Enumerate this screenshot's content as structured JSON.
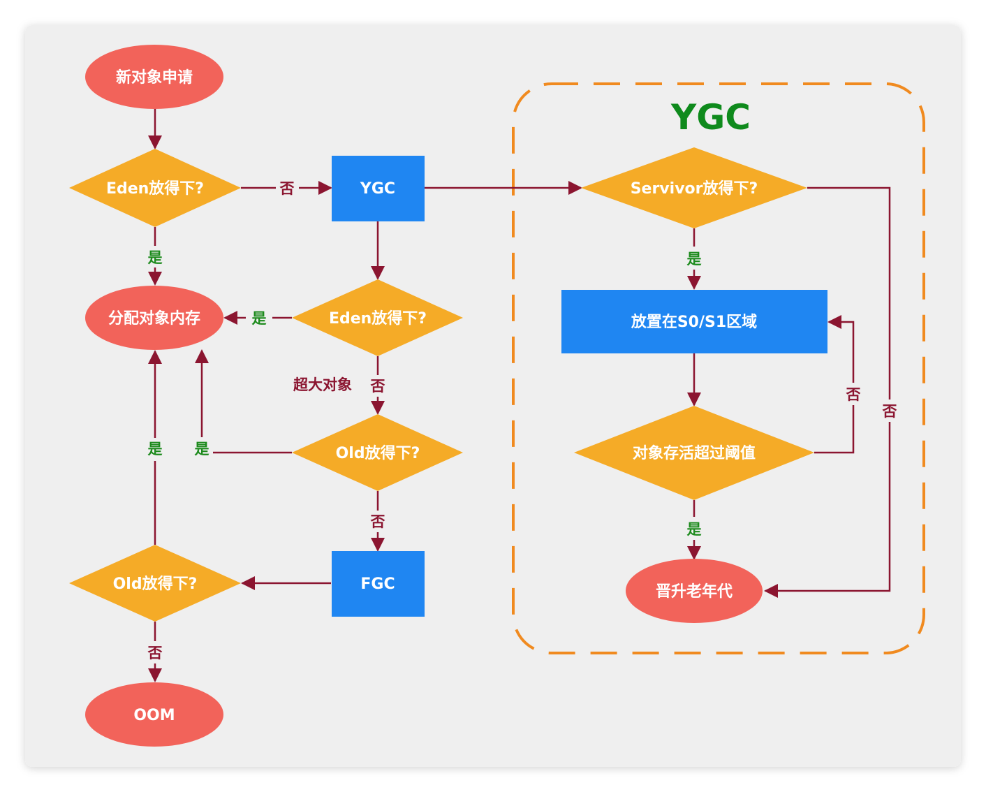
{
  "colors": {
    "ellipse": "#f2635a",
    "diamond": "#f5ab27",
    "rect": "#1f86f2",
    "edge": "#8b1530",
    "yes": "#1c8a1c",
    "region": "#f08a1f",
    "title": "#0e8a1c"
  },
  "region": {
    "title": "YGC"
  },
  "nodes": {
    "new_object": "新对象申请",
    "eden_check1": "Eden放得下?",
    "ygc": "YGC",
    "allocate": "分配对象内存",
    "eden_check2": "Eden放得下?",
    "old_check1": "Old放得下?",
    "fgc": "FGC",
    "old_check2": "Old放得下?",
    "oom": "OOM",
    "survivor_check": "Servivor放得下?",
    "place_s0s1": "放置在S0/S1区域",
    "age_check": "对象存活超过阈值",
    "promote": "晋升老年代"
  },
  "edges": {
    "eden1_no": "否",
    "eden1_yes": "是",
    "eden2_yes": "是",
    "big_object": "超大对象",
    "eden2_no": "否",
    "old1_yes": "是",
    "old2_yes": "是",
    "old1_no": "否",
    "old2_no": "否",
    "survivor_yes": "是",
    "age_no": "否",
    "survivor_no": "否",
    "age_yes": "是"
  }
}
